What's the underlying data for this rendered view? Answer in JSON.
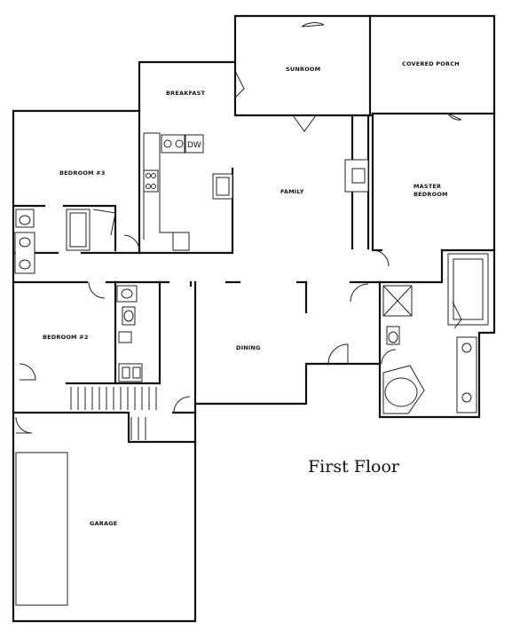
{
  "caption": "First Floor",
  "rooms": {
    "sunroom": "SUNROOM",
    "covered_porch": "COVERED PORCH",
    "breakfast": "BREAKFAST",
    "bedroom3": "BEDROOM #3",
    "family": "FAMILY",
    "master_line1": "MASTER",
    "master_line2": "BEDROOM",
    "bedroom2": "BEDROOM #2",
    "dining": "DINING",
    "garage": "GARAGE"
  },
  "fixtures": {
    "dishwasher": "DW"
  }
}
